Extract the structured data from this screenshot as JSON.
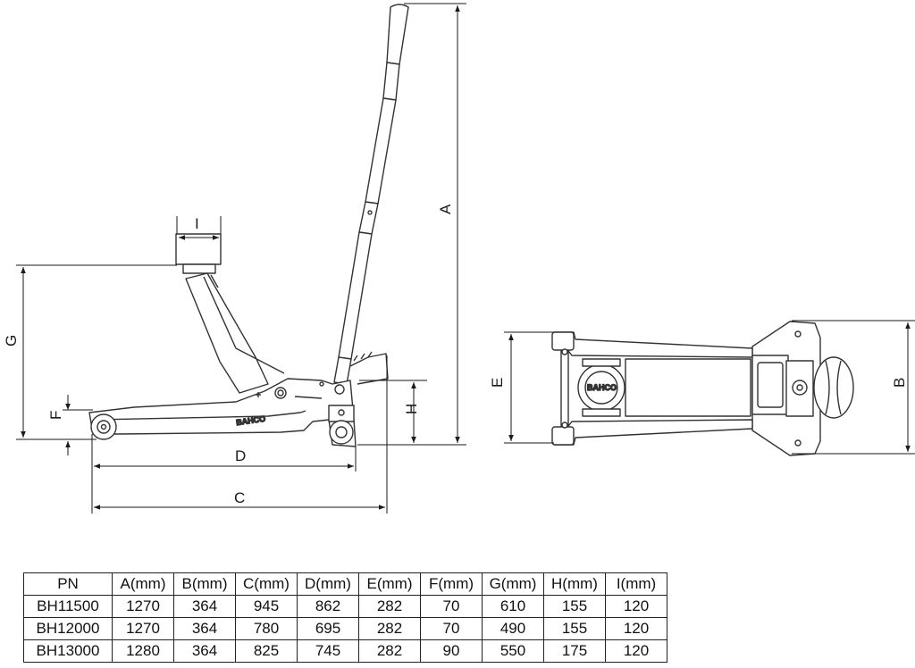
{
  "dimension_labels": {
    "A": "A",
    "B": "B",
    "C": "C",
    "D": "D",
    "E": "E",
    "F": "F",
    "G": "G",
    "H": "H",
    "I": "I"
  },
  "brand_text": "BAHCO",
  "spec_table": {
    "headers": [
      "PN",
      "A(mm)",
      "B(mm)",
      "C(mm)",
      "D(mm)",
      "E(mm)",
      "F(mm)",
      "G(mm)",
      "H(mm)",
      "I(mm)"
    ],
    "rows": [
      [
        "BH11500",
        "1270",
        "364",
        "945",
        "862",
        "282",
        "70",
        "610",
        "155",
        "120"
      ],
      [
        "BH12000",
        "1270",
        "364",
        "780",
        "695",
        "282",
        "70",
        "490",
        "155",
        "120"
      ],
      [
        "BH13000",
        "1280",
        "364",
        "825",
        "745",
        "282",
        "90",
        "550",
        "175",
        "120"
      ]
    ]
  },
  "colors": {
    "line": "#333333",
    "dim": "#1a1a1a"
  }
}
